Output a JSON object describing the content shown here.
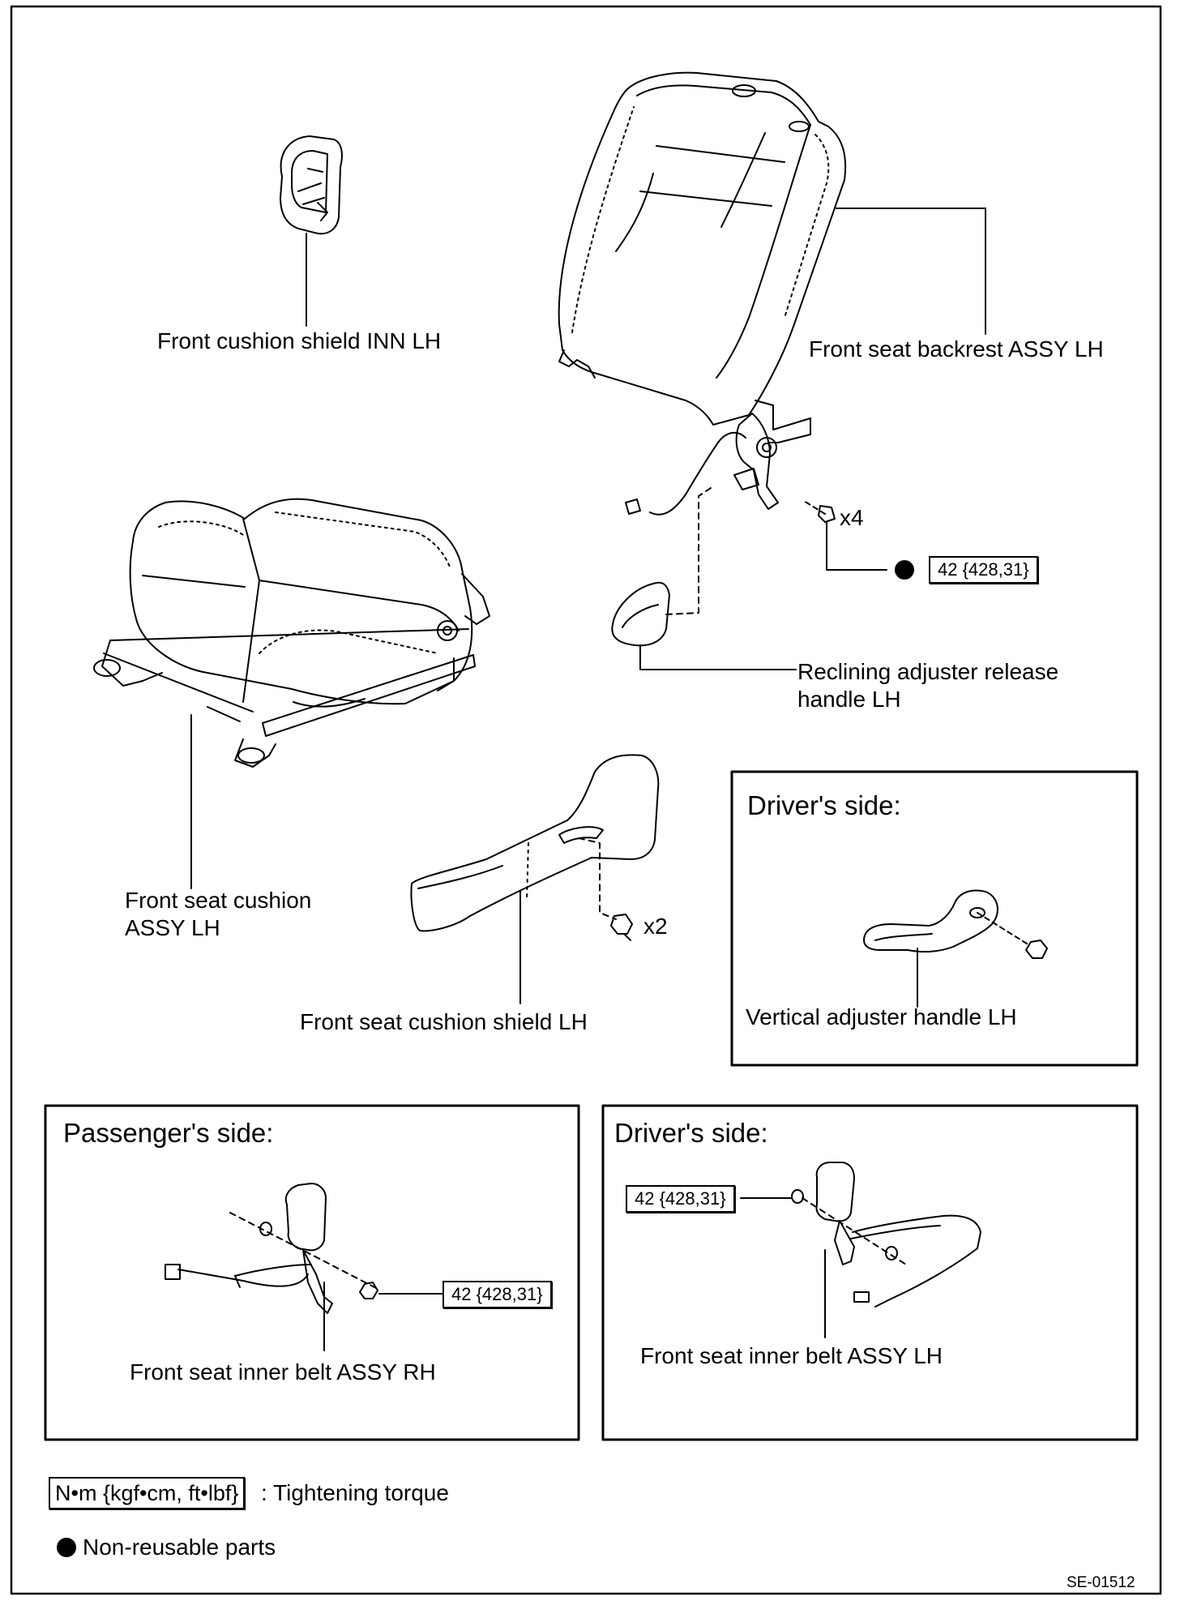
{
  "labels": {
    "cushion_shield_inn": "Front cushion shield INN LH",
    "backrest_assy": "Front seat backrest ASSY LH",
    "backrest_bolt_count": "x4",
    "backrest_torque": "42 {428,31}",
    "release_handle": "Reclining adjuster release\nhandle LH",
    "seat_cushion_assy": "Front seat cushion\nASSY LH",
    "cushion_shield_screw_count": "x2",
    "cushion_shield": "Front seat cushion shield LH"
  },
  "driver_vertical_panel": {
    "heading": "Driver's side:",
    "part": "Vertical adjuster handle LH"
  },
  "passenger_belt_panel": {
    "heading": "Passenger's side:",
    "part": "Front seat inner belt ASSY RH",
    "torque": "42 {428,31}"
  },
  "driver_belt_panel": {
    "heading": "Driver's side:",
    "part": "Front seat inner belt ASSY LH",
    "torque": "42 {428,31}"
  },
  "legend": {
    "torque_unit": "N•m {kgf•cm, ft•lbf}",
    "torque_text": ": Tightening torque",
    "nonreusable_text": "Non-reusable parts"
  },
  "figure_code": "SE-01512"
}
